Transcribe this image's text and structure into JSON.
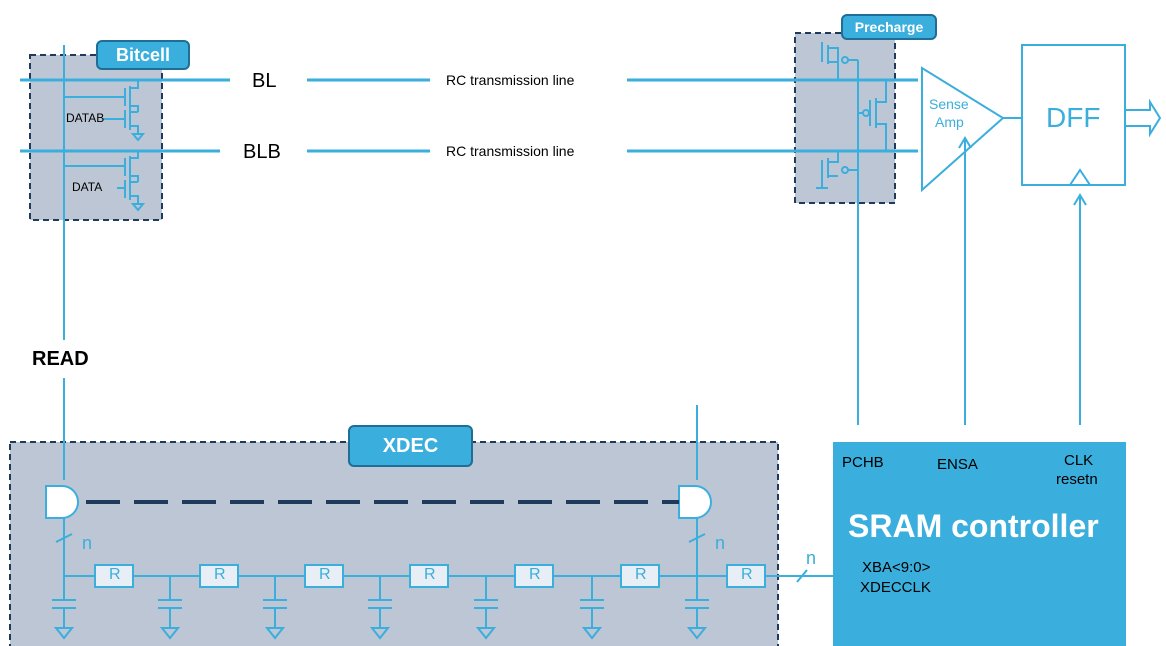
{
  "colors": {
    "wire": "#3aaedc",
    "block_fill": "#bcc6d4",
    "block_border": "#1f3a5a",
    "controller": "#3aaedc"
  },
  "bitcell": {
    "tag": "Bitcell",
    "datab": "DATAB",
    "data": "DATA"
  },
  "precharge": {
    "tag": "Precharge"
  },
  "lines": {
    "bl": "BL",
    "blb": "BLB",
    "rc1": "RC transmission line",
    "rc2": "RC transmission line"
  },
  "sense_amp": {
    "line1": "Sense",
    "line2": "Amp"
  },
  "dff": {
    "label": "DFF"
  },
  "read": "READ",
  "xdec": {
    "tag": "XDEC",
    "bus_left": "n",
    "bus_right": "n",
    "bus_ctrl": "n",
    "resistor": "R"
  },
  "controller": {
    "pchb": "PCHB",
    "ensa": "ENSA",
    "clk": "CLK",
    "resetn": "resetn",
    "title": "SRAM controller",
    "xba": "XBA<9:0>",
    "xdecclk": "XDECCLK"
  }
}
